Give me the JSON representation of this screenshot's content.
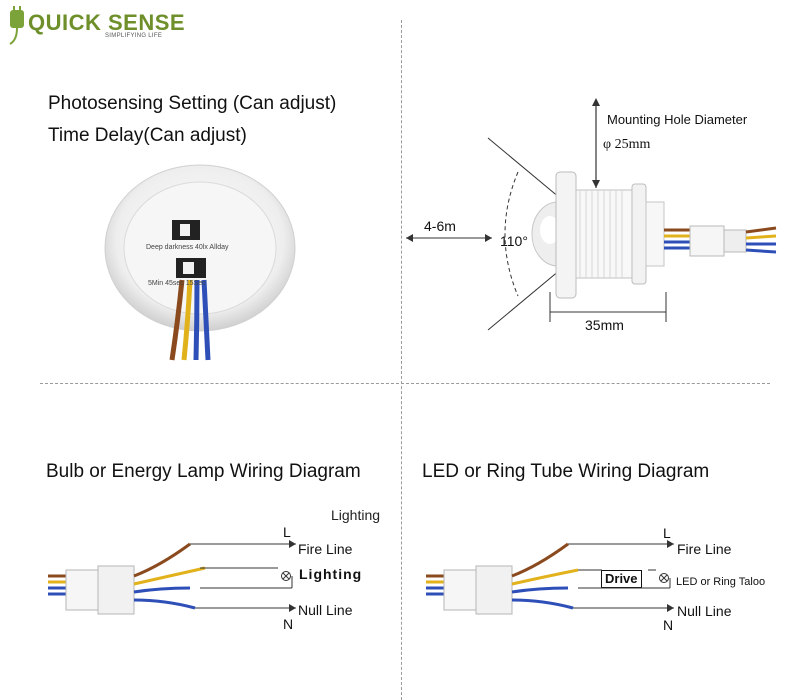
{
  "brand": {
    "name": "QUICK SENSE",
    "tagline": "SIMPLIFYING LIFE"
  },
  "panel_sensor": {
    "line1": "Photosensing Setting (Can adjust)",
    "line2": "Time Delay(Can adjust)",
    "knob_top_label": "Deep darkness  40lx  Allday",
    "knob_bottom_label": "5Min  45sec  15Sec"
  },
  "panel_dimensions": {
    "mount_title": "Mounting Hole Diameter",
    "mount_value": "φ 25mm",
    "range": "4-6m",
    "angle": "110°",
    "length": "35mm"
  },
  "panel_bulb": {
    "title": "Bulb or Energy Lamp Wiring Diagram",
    "lighting_top": "Lighting",
    "l_label": "L",
    "fire": "Fire Line",
    "lighting": "Lighting",
    "null": "Null Line",
    "n_label": "N"
  },
  "panel_led": {
    "title": "LED or Ring Tube Wiring Diagram",
    "l_label": "L",
    "fire": "Fire Line",
    "drive": "Drive",
    "load": "LED or Ring Taloo",
    "null": "Null Line",
    "n_label": "N"
  },
  "colors": {
    "brown": "#8b4a1e",
    "yellow": "#e2b21c",
    "blue": "#2e4fb8",
    "logo_green": "#6e8f2a"
  }
}
